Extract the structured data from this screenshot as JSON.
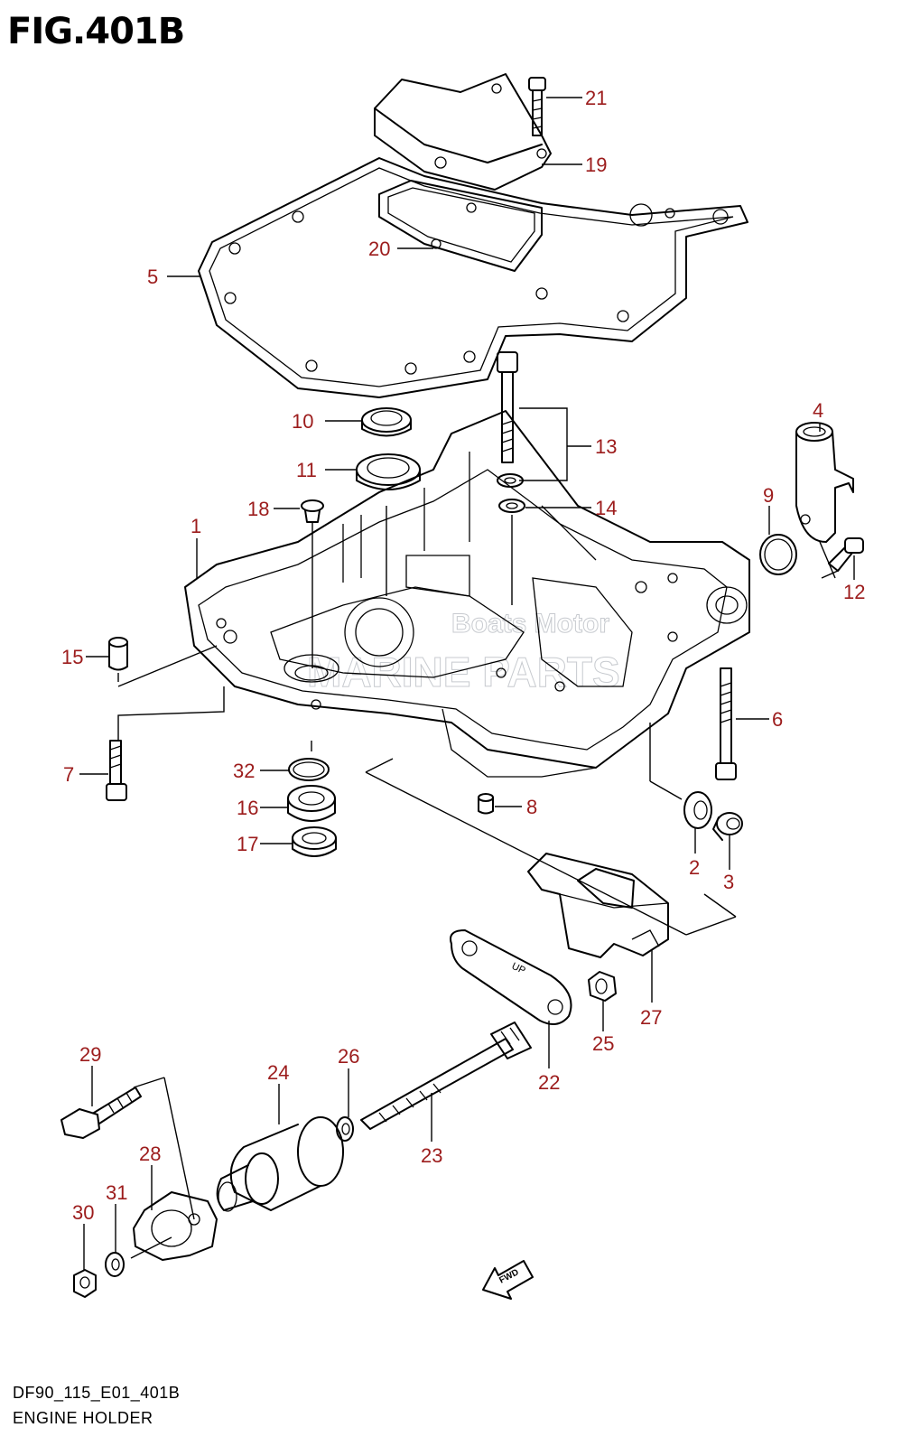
{
  "figure": {
    "title": "FIG.401B",
    "code": "DF90_115_E01_401B",
    "name": "ENGINE HOLDER"
  },
  "watermark": {
    "line1": "Boats Motor",
    "line2": "MARINE PARTS"
  },
  "fwd_label": "FWD",
  "plate_label": "UP",
  "callout_color": "#9c1c1c",
  "callouts": [
    "1",
    "2",
    "3",
    "4",
    "5",
    "6",
    "7",
    "8",
    "9",
    "10",
    "11",
    "12",
    "13",
    "14",
    "15",
    "16",
    "17",
    "18",
    "19",
    "20",
    "21",
    "22",
    "23",
    "24",
    "25",
    "26",
    "27",
    "28",
    "29",
    "30",
    "31",
    "32"
  ]
}
